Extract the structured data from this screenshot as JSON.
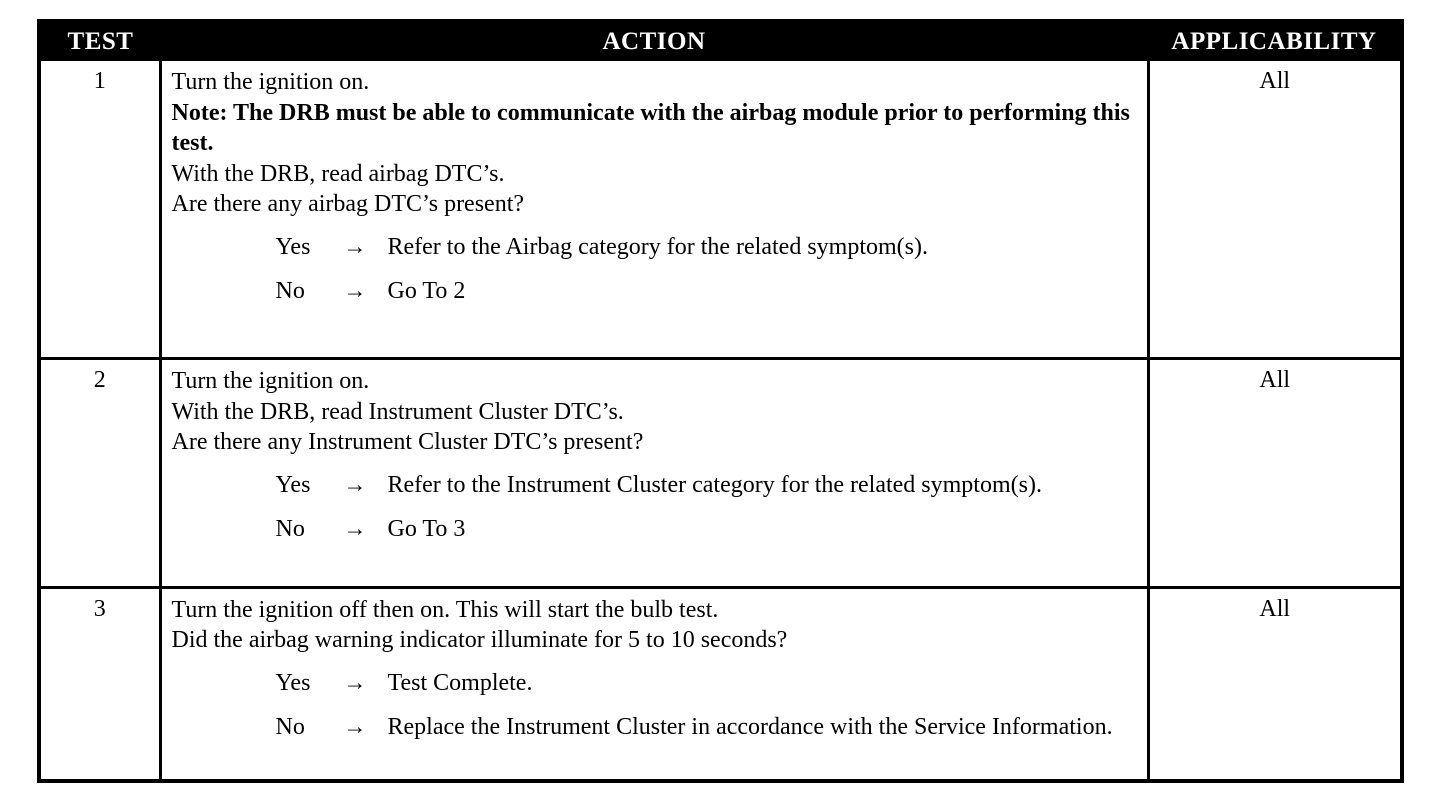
{
  "table": {
    "columns": [
      {
        "key": "test",
        "header": "TEST"
      },
      {
        "key": "action",
        "header": "ACTION"
      },
      {
        "key": "applicability",
        "header": "APPLICABILITY"
      }
    ],
    "rows": [
      {
        "test": "1",
        "applicability": "All",
        "lines": [
          {
            "text": "Turn the ignition on.",
            "bold": false
          },
          {
            "text": "Note: The DRB must be able to communicate with the airbag module prior to performing this test.",
            "bold": true
          },
          {
            "text": "With the DRB, read airbag DTC’s.",
            "bold": false
          },
          {
            "text": "Are there any airbag DTC’s present?",
            "bold": false
          }
        ],
        "branches": [
          {
            "label": "Yes",
            "arrow": "→",
            "text": "Refer to the Airbag category for the related symptom(s).",
            "justify": false
          },
          {
            "label": "No",
            "arrow": "→",
            "text": "Go To   2",
            "justify": false
          }
        ]
      },
      {
        "test": "2",
        "applicability": "All",
        "lines": [
          {
            "text": "Turn the ignition on.",
            "bold": false
          },
          {
            "text": "With the DRB, read Instrument Cluster DTC’s.",
            "bold": false
          },
          {
            "text": "Are there any Instrument Cluster DTC’s present?",
            "bold": false
          }
        ],
        "branches": [
          {
            "label": "Yes",
            "arrow": "→",
            "text": "Refer to the Instrument Cluster category for the related symp­tom(s).",
            "justify": true
          },
          {
            "label": "No",
            "arrow": "→",
            "text": "Go To   3",
            "justify": false
          }
        ]
      },
      {
        "test": "3",
        "applicability": "All",
        "lines": [
          {
            "text": "Turn the ignition off then on. This will start the bulb test.",
            "bold": false
          },
          {
            "text": "Did the airbag warning indicator illuminate for 5 to 10 seconds?",
            "bold": false
          }
        ],
        "branches": [
          {
            "label": "Yes",
            "arrow": "→",
            "text": "Test Complete.",
            "justify": false
          },
          {
            "label": "No",
            "arrow": "→",
            "text": "Replace the Instrument Cluster in accordance with the Service Information.",
            "justify": true
          }
        ]
      }
    ]
  },
  "colors": {
    "header_background": "#000000",
    "header_text": "#ffffff",
    "body_background": "#ffffff",
    "body_text": "#000000",
    "rule": "#000000"
  }
}
